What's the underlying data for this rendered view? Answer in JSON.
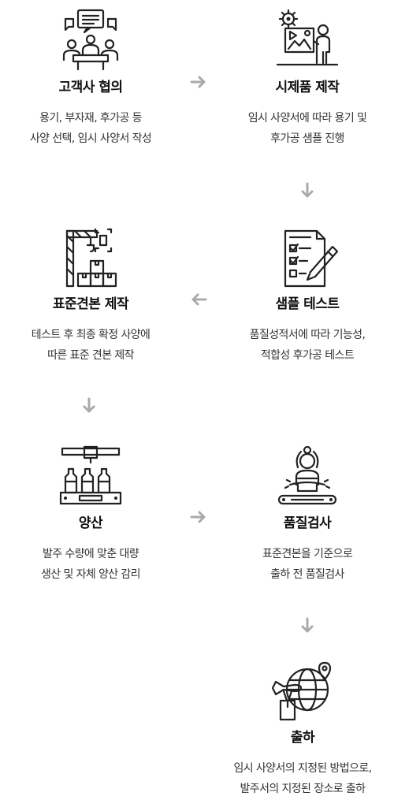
{
  "steps": [
    {
      "title": "고객사 협의",
      "lines": [
        "용기, 부자재, 후가공 등",
        "사양 선택, 임시 사양서 작성"
      ],
      "icon": "meeting-icon"
    },
    {
      "title": "시제품 제작",
      "lines": [
        "임시 사양서에 따라 용기 및",
        "후가공 샘플 진행"
      ],
      "icon": "design-presentation-icon"
    },
    {
      "title": "표준견본 제작",
      "lines": [
        "테스트 후 최종 확정 사양에",
        "따른 표준 견본 제작"
      ],
      "icon": "crane-boxes-icon"
    },
    {
      "title": "샘플 테스트",
      "lines": [
        "품질성적서에 따라 기능성,",
        "적합성 후가공 테스트"
      ],
      "icon": "checklist-pencil-icon"
    },
    {
      "title": "양산",
      "lines": [
        "발주 수량에 맞춘 대량",
        "생산 및 자체 양산 감리"
      ],
      "icon": "bottling-machine-icon"
    },
    {
      "title": "품질검사",
      "lines": [
        "표준견본을 기준으로",
        "출하 전 품질검사"
      ],
      "icon": "inspector-conveyor-icon"
    },
    {
      "title": "출하",
      "lines": [
        "임시 사양서의 지정된 방법으로,",
        "발주서의 지정된 장소로 출하"
      ],
      "icon": "global-shipping-icon"
    }
  ],
  "arrows": [
    "arrow-right-icon",
    "arrow-down-icon",
    "arrow-left-icon",
    "arrow-down-icon",
    "arrow-right-icon",
    "arrow-down-icon"
  ],
  "colors": {
    "arrow": "#aaaaaa",
    "text": "#333333",
    "title": "#111111"
  }
}
